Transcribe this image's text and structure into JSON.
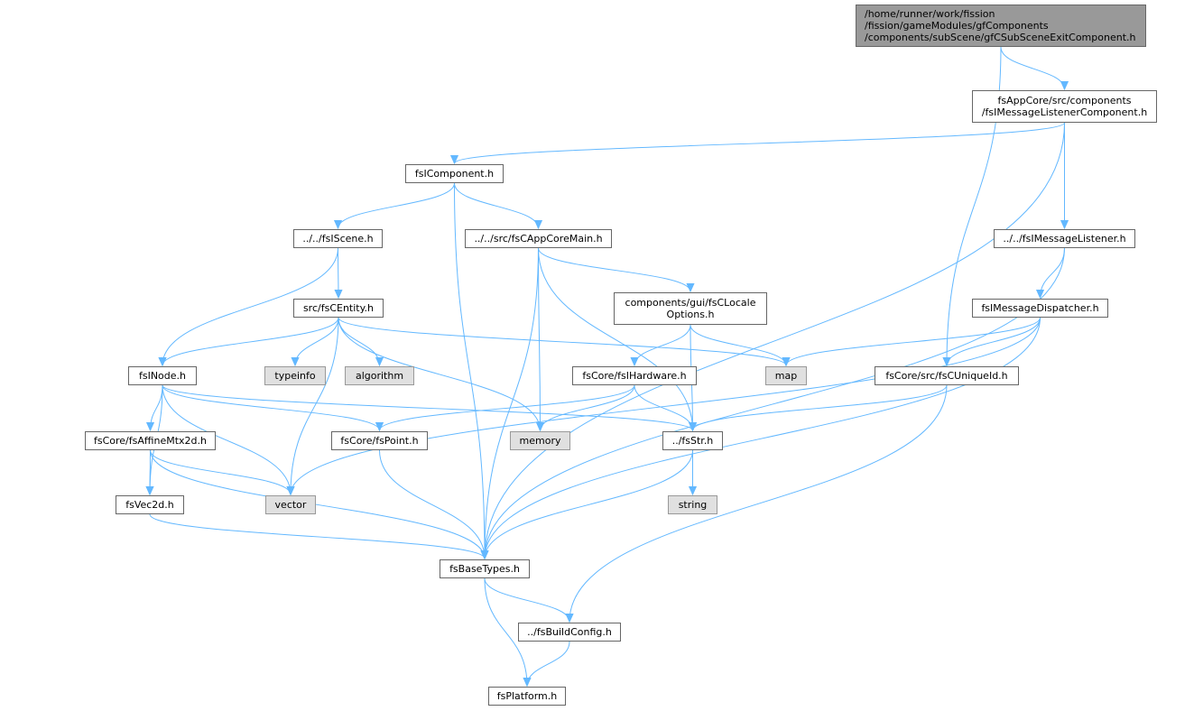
{
  "diagram": {
    "edge_color": "#63b8ff",
    "nodes": [
      {
        "id": "root",
        "label": "/home/runner/work/fission\n/fission/gameModules/gfComponents\n/components/subScene/gfCSubSceneExitComponent.h",
        "kind": "root"
      },
      {
        "id": "msgcomp",
        "label": "fsAppCore/src/components\n/fsIMessageListenerComponent.h",
        "kind": "file"
      },
      {
        "id": "icomp",
        "label": "fsIComponent.h",
        "kind": "file"
      },
      {
        "id": "iscene",
        "label": "../../fsIScene.h",
        "kind": "file"
      },
      {
        "id": "appcore",
        "label": "../../src/fsCAppCoreMain.h",
        "kind": "file"
      },
      {
        "id": "msglistener",
        "label": "../../fsIMessageListener.h",
        "kind": "file"
      },
      {
        "id": "centity",
        "label": "src/fsCEntity.h",
        "kind": "file"
      },
      {
        "id": "locale",
        "label": "components/gui/fsCLocale\nOptions.h",
        "kind": "file"
      },
      {
        "id": "dispatcher",
        "label": "fsIMessageDispatcher.h",
        "kind": "file"
      },
      {
        "id": "inode",
        "label": "fsINode.h",
        "kind": "file"
      },
      {
        "id": "typeinfo",
        "label": "typeinfo",
        "kind": "system"
      },
      {
        "id": "algorithm",
        "label": "algorithm",
        "kind": "system"
      },
      {
        "id": "ihardware",
        "label": "fsCore/fsIHardware.h",
        "kind": "file"
      },
      {
        "id": "map",
        "label": "map",
        "kind": "system"
      },
      {
        "id": "uniqueid",
        "label": "fsCore/src/fsCUniqueId.h",
        "kind": "file"
      },
      {
        "id": "affine",
        "label": "fsCore/fsAffineMtx2d.h",
        "kind": "file"
      },
      {
        "id": "point",
        "label": "fsCore/fsPoint.h",
        "kind": "file"
      },
      {
        "id": "memory",
        "label": "memory",
        "kind": "system"
      },
      {
        "id": "str",
        "label": "../fsStr.h",
        "kind": "file"
      },
      {
        "id": "vec2d",
        "label": "fsVec2d.h",
        "kind": "file"
      },
      {
        "id": "vector",
        "label": "vector",
        "kind": "system"
      },
      {
        "id": "string",
        "label": "string",
        "kind": "system"
      },
      {
        "id": "basetypes",
        "label": "fsBaseTypes.h",
        "kind": "file"
      },
      {
        "id": "buildconfig",
        "label": "../fsBuildConfig.h",
        "kind": "file"
      },
      {
        "id": "platform",
        "label": "fsPlatform.h",
        "kind": "file"
      }
    ],
    "edges": [
      [
        "root",
        "msgcomp"
      ],
      [
        "root",
        "uniqueid"
      ],
      [
        "msgcomp",
        "icomp"
      ],
      [
        "msgcomp",
        "msglistener"
      ],
      [
        "msgcomp",
        "basetypes"
      ],
      [
        "icomp",
        "iscene"
      ],
      [
        "icomp",
        "appcore"
      ],
      [
        "icomp",
        "basetypes"
      ],
      [
        "iscene",
        "centity"
      ],
      [
        "iscene",
        "inode"
      ],
      [
        "appcore",
        "locale"
      ],
      [
        "appcore",
        "memory"
      ],
      [
        "appcore",
        "str"
      ],
      [
        "appcore",
        "basetypes"
      ],
      [
        "msglistener",
        "dispatcher"
      ],
      [
        "msglistener",
        "basetypes"
      ],
      [
        "centity",
        "inode"
      ],
      [
        "centity",
        "typeinfo"
      ],
      [
        "centity",
        "algorithm"
      ],
      [
        "centity",
        "map"
      ],
      [
        "centity",
        "memory"
      ],
      [
        "centity",
        "vector"
      ],
      [
        "locale",
        "ihardware"
      ],
      [
        "locale",
        "map"
      ],
      [
        "locale",
        "str"
      ],
      [
        "dispatcher",
        "map"
      ],
      [
        "dispatcher",
        "uniqueid"
      ],
      [
        "dispatcher",
        "vector"
      ],
      [
        "dispatcher",
        "basetypes"
      ],
      [
        "inode",
        "affine"
      ],
      [
        "inode",
        "point"
      ],
      [
        "inode",
        "str"
      ],
      [
        "inode",
        "vec2d"
      ],
      [
        "inode",
        "vector"
      ],
      [
        "ihardware",
        "point"
      ],
      [
        "ihardware",
        "memory"
      ],
      [
        "ihardware",
        "str"
      ],
      [
        "uniqueid",
        "str"
      ],
      [
        "uniqueid",
        "buildconfig"
      ],
      [
        "affine",
        "vec2d"
      ],
      [
        "affine",
        "vector"
      ],
      [
        "affine",
        "basetypes"
      ],
      [
        "point",
        "basetypes"
      ],
      [
        "str",
        "string"
      ],
      [
        "str",
        "basetypes"
      ],
      [
        "vec2d",
        "basetypes"
      ],
      [
        "basetypes",
        "buildconfig"
      ],
      [
        "basetypes",
        "platform"
      ],
      [
        "buildconfig",
        "platform"
      ]
    ]
  }
}
